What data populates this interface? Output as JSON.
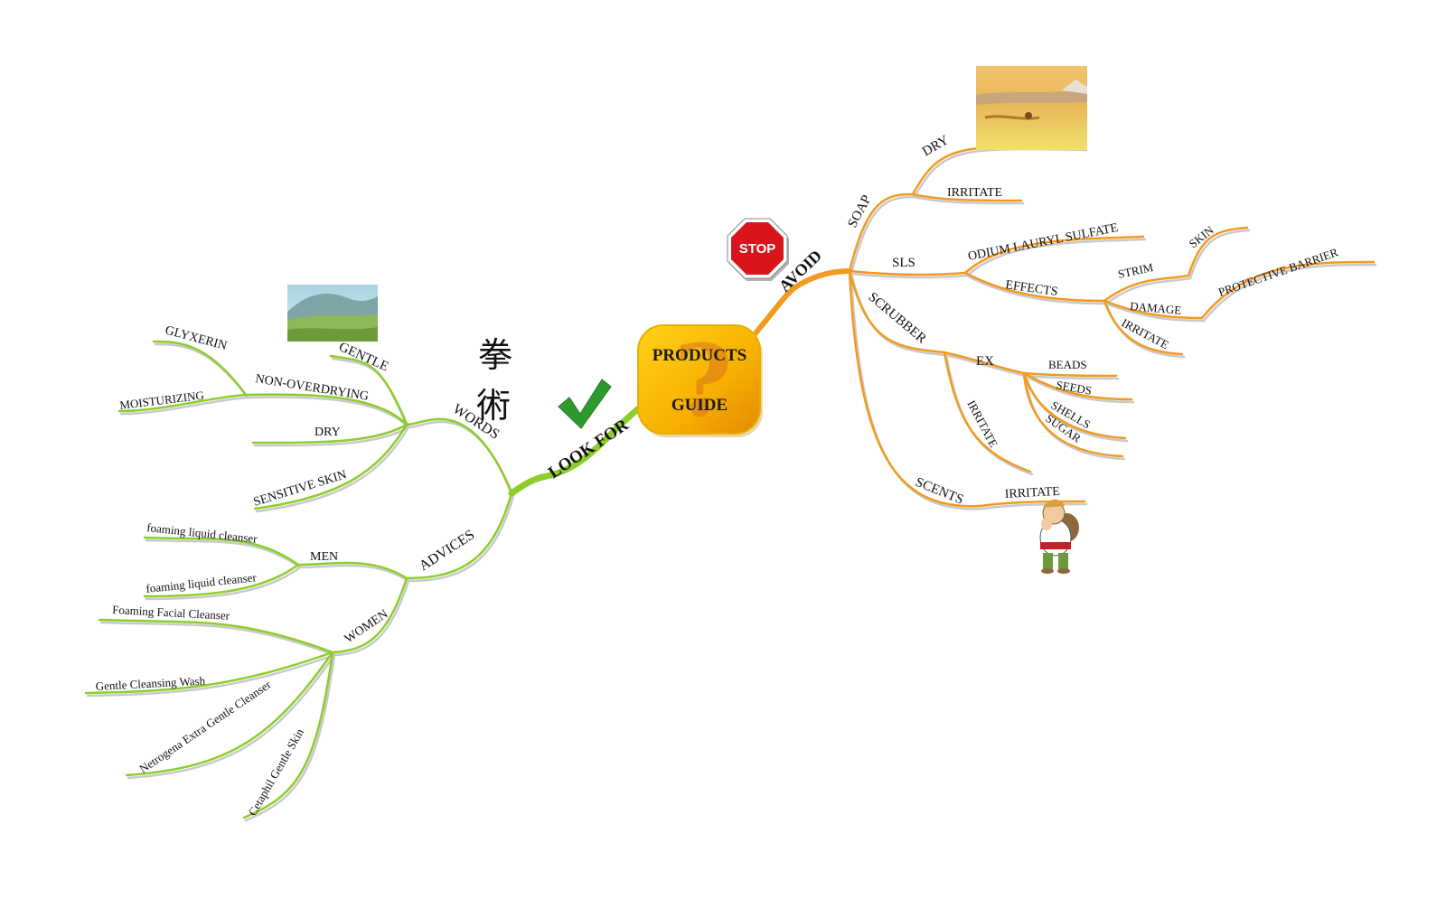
{
  "center": {
    "line1": "PRODUCTS",
    "line2": "GUIDE",
    "mark": "?"
  },
  "colors": {
    "look_branch": "#8ccd2a",
    "avoid_branch": "#f39a1e",
    "center_fill": "#f4b300",
    "stop_red": "#d8151b"
  },
  "icons": {
    "stop": "stop-sign-icon",
    "check": "check-mark-icon",
    "kanji": "kanji-characters-icon",
    "landscape": "landscape-picture-icon",
    "desert": "desert-picture-icon",
    "character": "cartoon-character-icon"
  },
  "stop_label": "STOP",
  "kanji": {
    "top": "拳",
    "bottom": "術"
  },
  "look_for": {
    "label": "LOOK FOR",
    "words": {
      "label": "WORDS",
      "non_overdrying": {
        "label": "NON-OVERDRYING",
        "children": [
          "GLYXERIN",
          "MOISTURIZING"
        ]
      },
      "gentle": "GENTLE",
      "dry": "DRY",
      "sensitive_skin": "SENSITIVE SKIN"
    },
    "advices": {
      "label": "ADVICES",
      "men": {
        "label": "MEN",
        "children": [
          "foaming liquid cleanser",
          "foaming liquid cleanser"
        ]
      },
      "women": {
        "label": "WOMEN",
        "children": [
          "Foaming Facial Cleanser",
          "Gentle Cleansing Wash",
          "Netrogena Extra Gentle Cleanser",
          "Cetaphil Gentle Skin"
        ]
      }
    }
  },
  "avoid": {
    "label": "AVOID",
    "soap": {
      "label": "SOAP",
      "children": [
        "DRY",
        "IRRITATE"
      ]
    },
    "sls": {
      "label": "SLS",
      "odium": "ODIUM LAURYL SULFATE",
      "effects": {
        "label": "EFFECTS",
        "strim": {
          "label": "STRIM",
          "child": "SKIN"
        },
        "damage": {
          "label": "DAMAGE",
          "child": "PROTECTIVE BARRIER"
        },
        "irritate": "IRRITATE"
      }
    },
    "scrubber": {
      "label": "SCRUBBER",
      "ex": {
        "label": "EX",
        "children": [
          "BEADS",
          "SEEDS",
          "SHELLS",
          "SUGAR"
        ]
      },
      "irritate": "IRRITATE"
    },
    "scents": {
      "label": "SCENTS",
      "child": "IRRITATE"
    }
  }
}
